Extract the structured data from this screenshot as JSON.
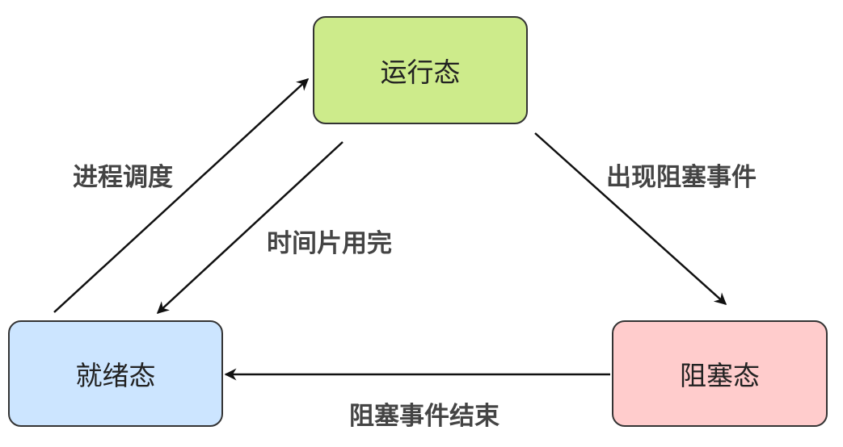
{
  "colors": {
    "running_fill": "#cdeb8b",
    "ready_fill": "#cce5ff",
    "blocked_fill": "#ffcccc",
    "node_border": "#333333",
    "arrow": "#111111",
    "label_text": "#444444"
  },
  "nodes": {
    "running": {
      "label": "运行态"
    },
    "ready": {
      "label": "就绪态"
    },
    "blocked": {
      "label": "阻塞态"
    }
  },
  "edges": {
    "schedule": {
      "label": "进程调度",
      "from": "ready",
      "to": "running"
    },
    "timeslice": {
      "label": "时间片用完",
      "from": "running",
      "to": "ready"
    },
    "block_event": {
      "label": "出现阻塞事件",
      "from": "running",
      "to": "blocked"
    },
    "block_end": {
      "label": "阻塞事件结束",
      "from": "blocked",
      "to": "ready"
    }
  }
}
